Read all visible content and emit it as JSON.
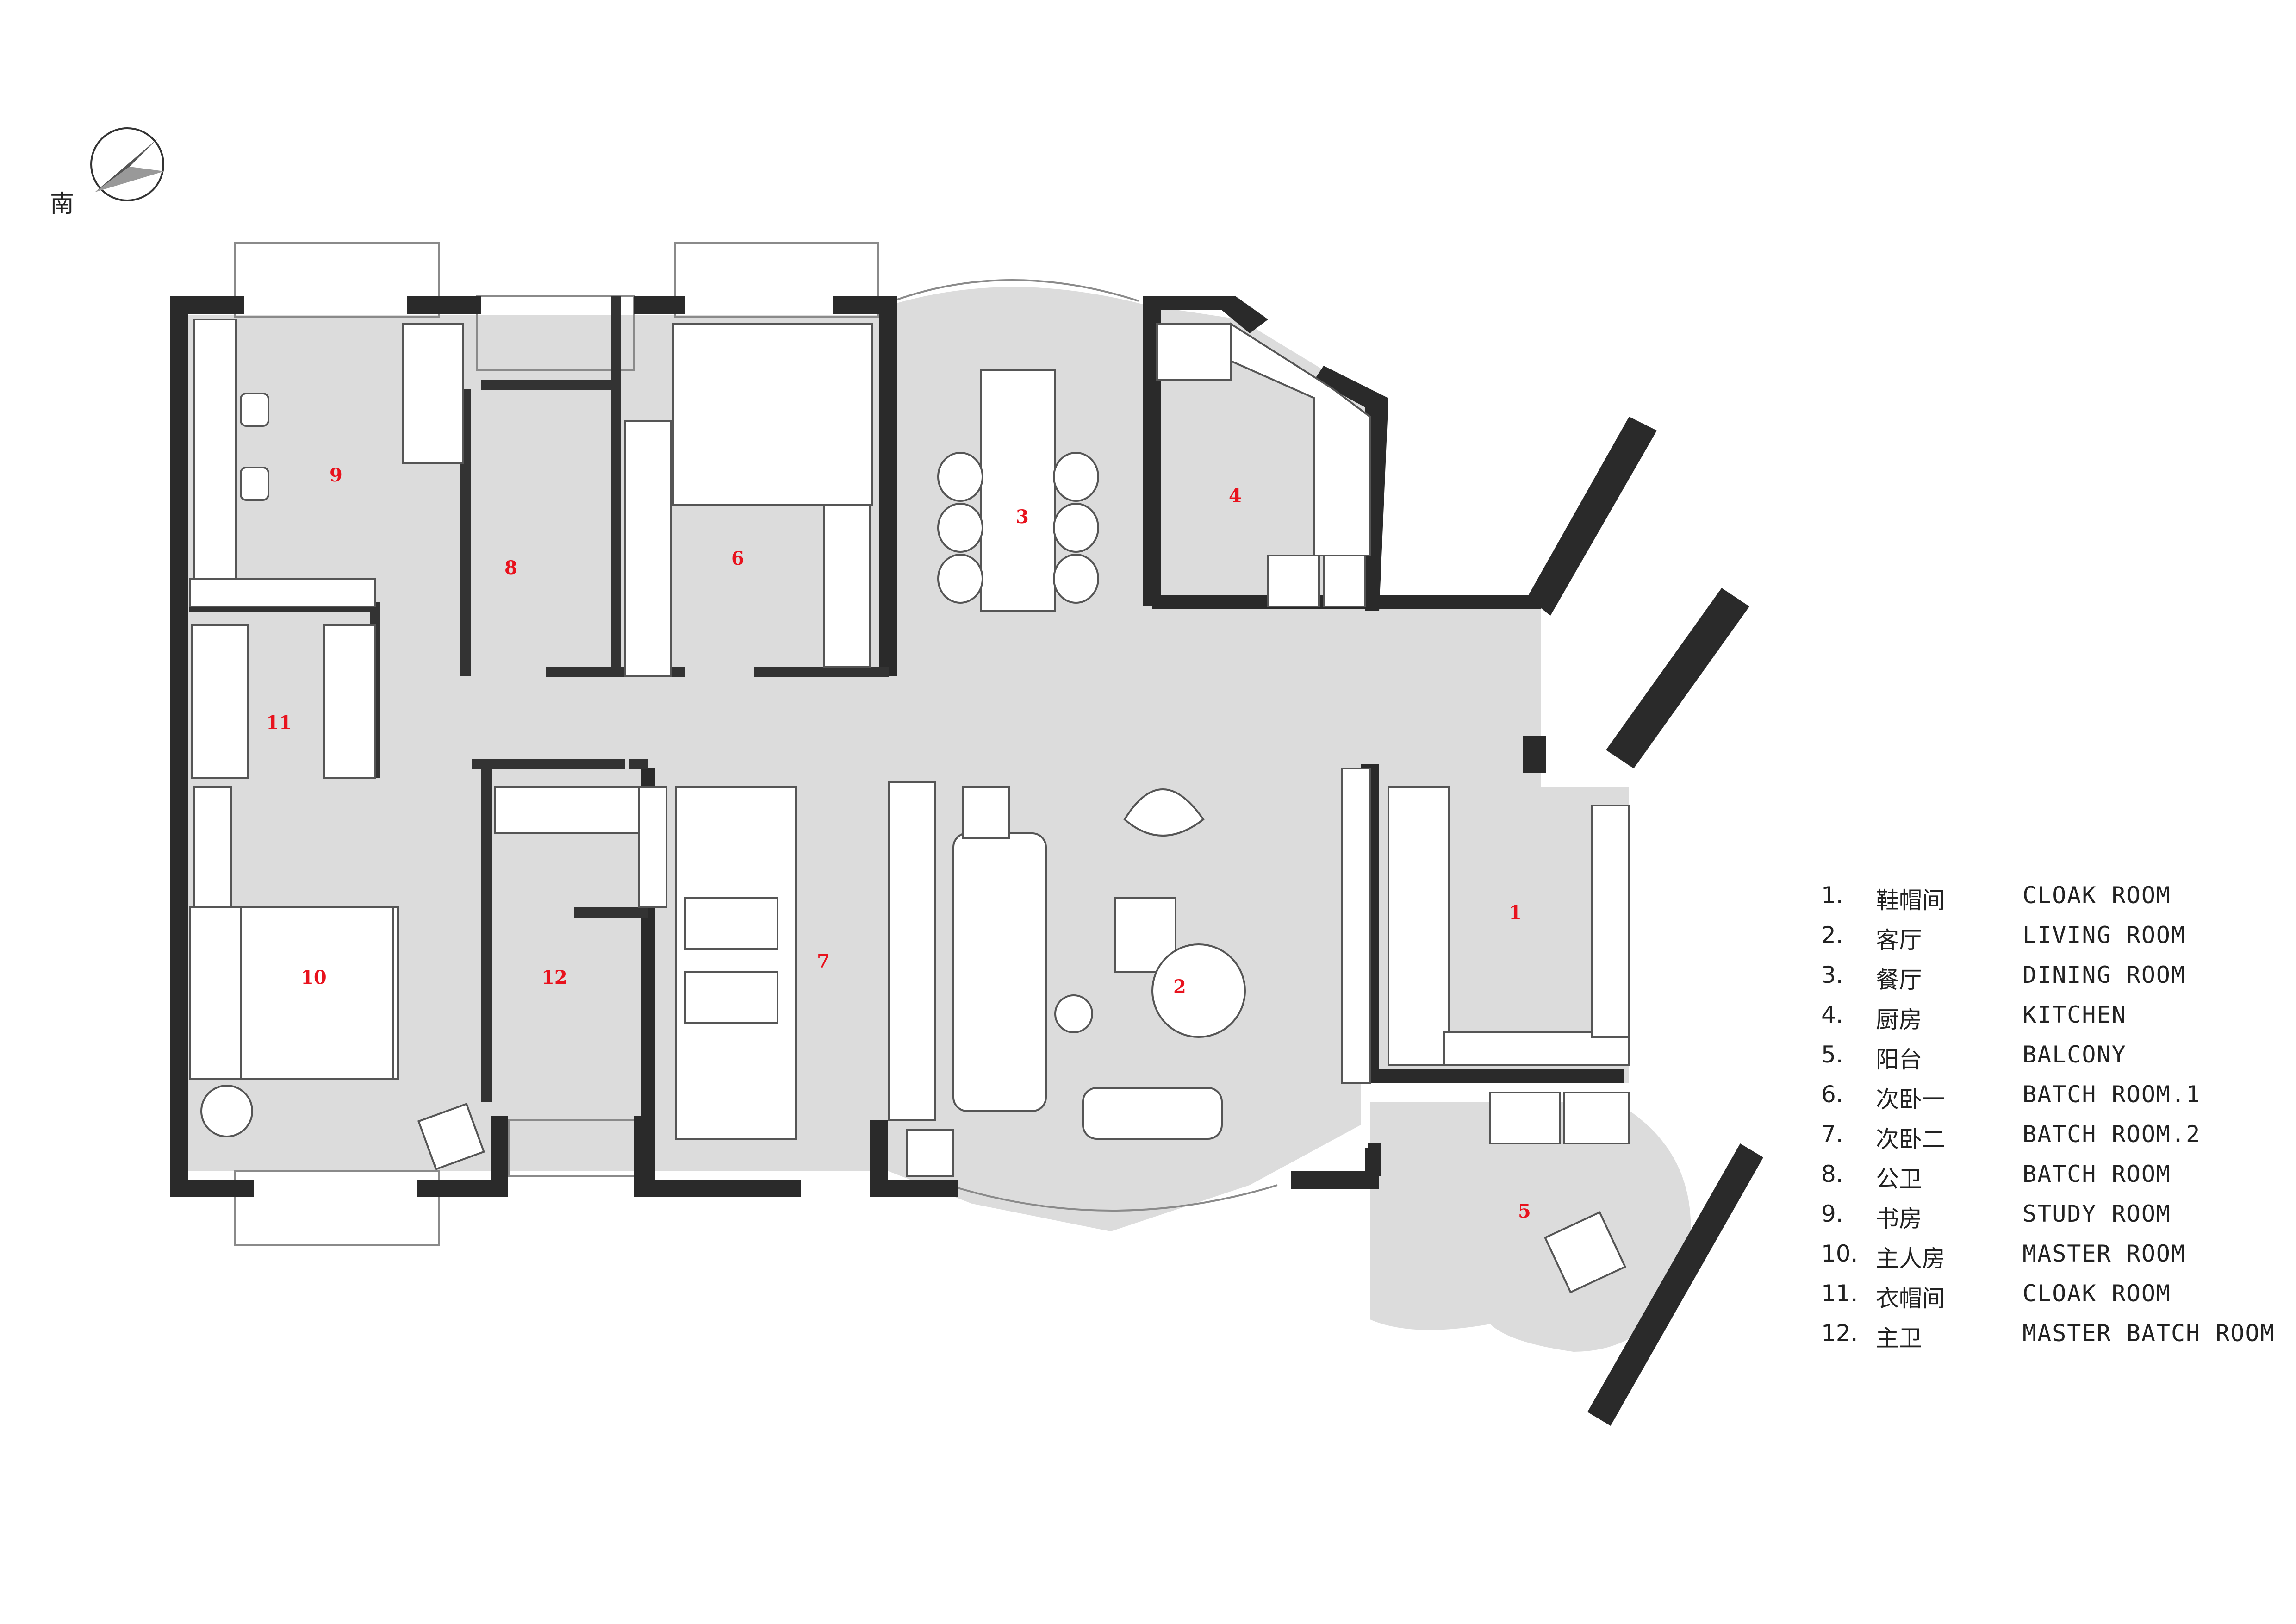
{
  "orientation": {
    "label": "南",
    "icon": "north-arrow-icon"
  },
  "colors": {
    "wall": "#2a2a2a",
    "floor": "#dcdcdc",
    "room_number": "#e8121d",
    "line": "#8a8a8a"
  },
  "rooms": [
    {
      "number": "1",
      "cn": "鞋帽间",
      "en": "CLOAK ROOM"
    },
    {
      "number": "2",
      "cn": "客厅",
      "en": "LIVING ROOM"
    },
    {
      "number": "3",
      "cn": "餐厅",
      "en": "DINING ROOM"
    },
    {
      "number": "4",
      "cn": "厨房",
      "en": "KITCHEN"
    },
    {
      "number": "5",
      "cn": "阳台",
      "en": "BALCONY"
    },
    {
      "number": "6",
      "cn": "次卧一",
      "en": "BATCH ROOM.1"
    },
    {
      "number": "7",
      "cn": "次卧二",
      "en": "BATCH ROOM.2"
    },
    {
      "number": "8",
      "cn": "公卫",
      "en": "BATCH ROOM"
    },
    {
      "number": "9",
      "cn": "书房",
      "en": "STUDY ROOM"
    },
    {
      "number": "10",
      "cn": "主人房",
      "en": "MASTER ROOM"
    },
    {
      "number": "11",
      "cn": "衣帽间",
      "en": "CLOAK ROOM"
    },
    {
      "number": "12",
      "cn": "主卫",
      "en": "MASTER BATCH ROOM"
    }
  ],
  "legend_numbers": [
    "1.",
    "2.",
    "3.",
    "4.",
    "5.",
    "6.",
    "7.",
    "8.",
    "9.",
    "10.",
    "11.",
    "12."
  ]
}
